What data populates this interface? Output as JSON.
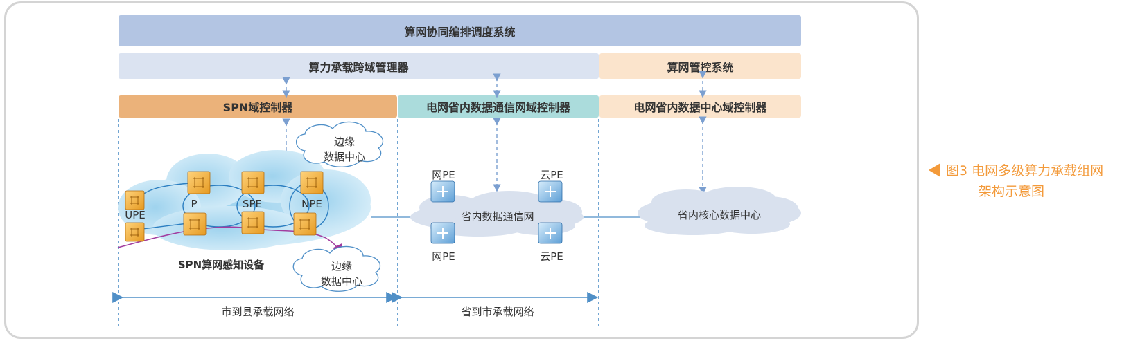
{
  "top_system": "算网协同编排调度系统",
  "cross_domain_manager": "算力承载跨域管理器",
  "control_system": "算网管控系统",
  "controllers": {
    "spn": "SPN域控制器",
    "provincial_network": "电网省内数据通信网域控制器",
    "provincial_dc": "电网省内数据中心域控制器"
  },
  "edge_dc_top": [
    "边缘",
    "数据中心"
  ],
  "edge_dc_bottom": [
    "边缘",
    "数据中心"
  ],
  "node_labels": {
    "upe": "UPE",
    "p": "P",
    "spe": "SPE",
    "npe": "NPE"
  },
  "spn_devices": "SPN算网感知设备",
  "provincial_net_cloud": "省内数据通信网",
  "core_dc_cloud": "省内核心数据中心",
  "pe_labels": {
    "net_top": "网PE",
    "cloud_top": "云PE",
    "net_bottom": "网PE",
    "cloud_bottom": "云PE"
  },
  "spans": {
    "city_county": "市到县承载网络",
    "province_city": "省到市承载网络"
  },
  "caption": {
    "line1": "图3  电网多级算力承载组网",
    "line2": "架构示意图"
  },
  "colors": {
    "top_bar": "#b3c5e3",
    "manager_bar": "#dbe3f1",
    "control_bar": "#fbe4cc",
    "spn_ctrl": "#ebb27a",
    "net_ctrl": "#abdcdc",
    "dc_ctrl": "#fbe4cc",
    "accent": "#f39a3a",
    "link": "#4f8fc7"
  }
}
